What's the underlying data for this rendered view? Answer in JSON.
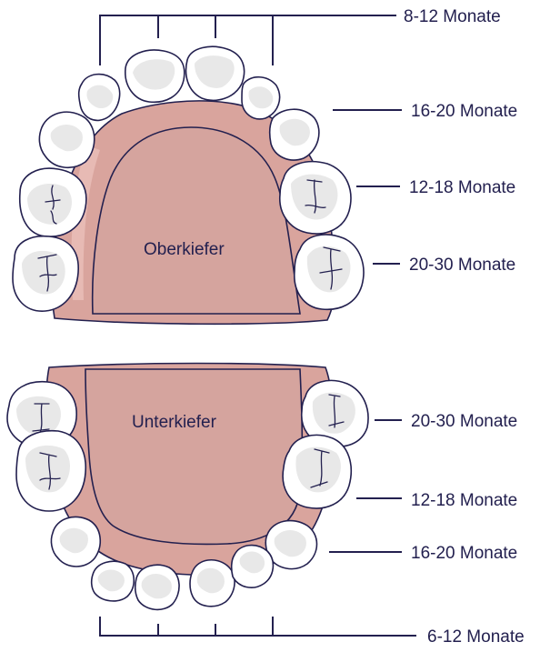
{
  "upper_jaw": {
    "name": "Oberkiefer",
    "labels": {
      "incisors": "8-12 Monate",
      "canines": "16-20 Monate",
      "first_molars": "12-18 Monate",
      "second_molars": "20-30 Monate"
    }
  },
  "lower_jaw": {
    "name": "Unterkiefer",
    "labels": {
      "second_molars": "20-30 Monate",
      "first_molars": "12-18 Monate",
      "canines": "16-20 Monate",
      "incisors": "6-12 Monate"
    }
  },
  "colors": {
    "outline": "#23204f",
    "gum": "#d9a49d",
    "tooth": "#ffffff",
    "tooth_shade": "#e8e8e8"
  }
}
